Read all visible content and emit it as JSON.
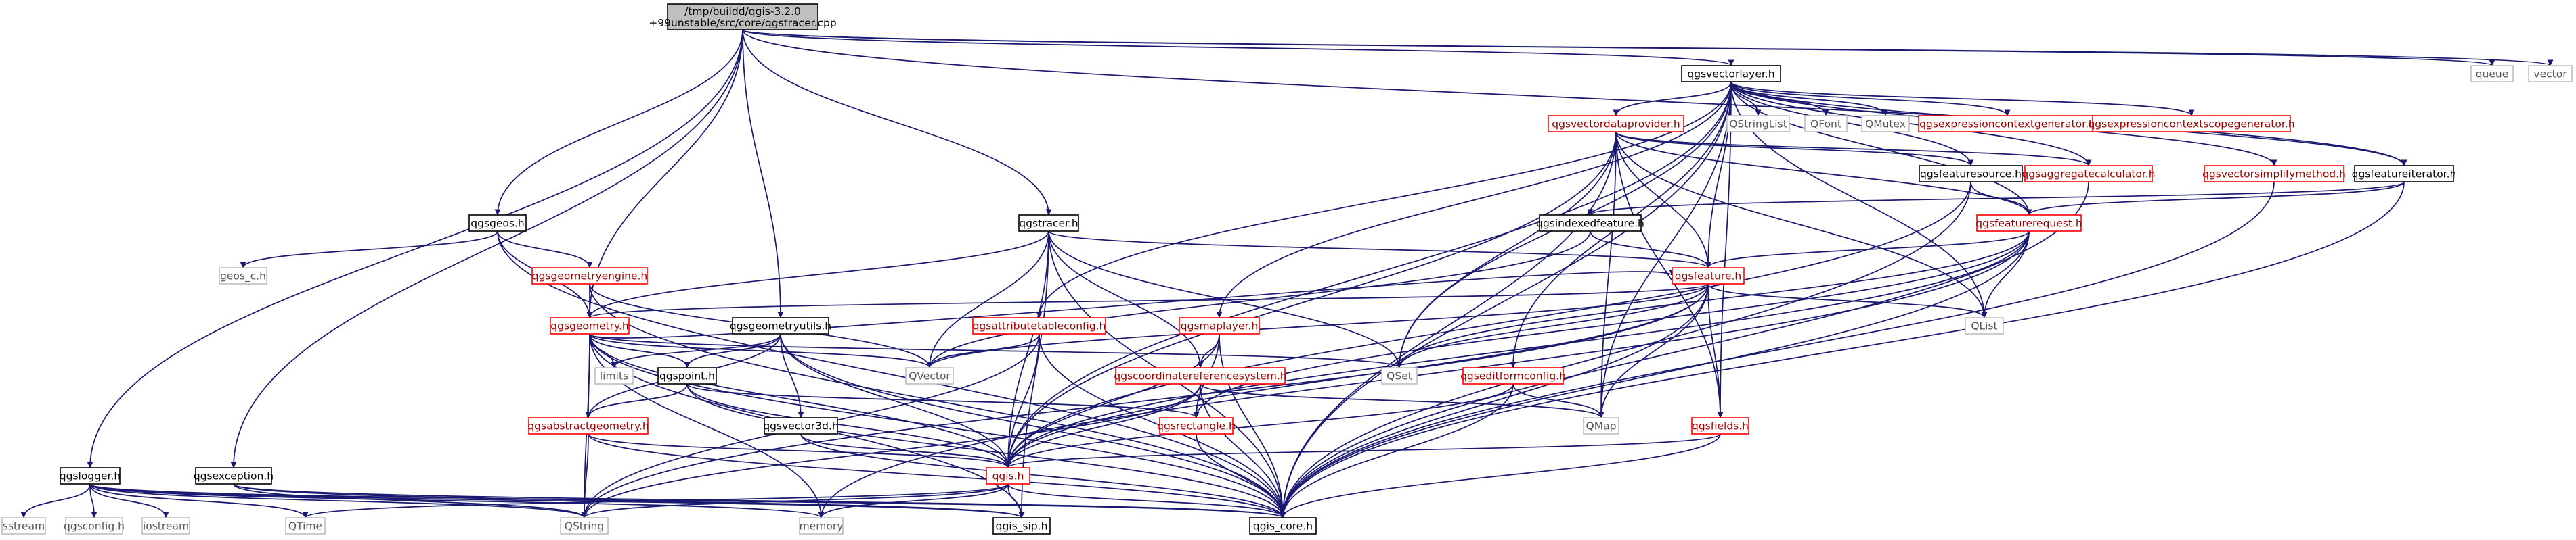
{
  "colors": {
    "edge": "#191970",
    "root_fill": "#bfbfbf",
    "root_text": "#000000",
    "normal_border": "#000000",
    "normal_text": "#000000",
    "red_border": "#ff0000",
    "red_text": "#9a0000",
    "plain_border": "#bfbfbf",
    "plain_text": "#555555"
  },
  "nodes": [
    {
      "id": "root",
      "lines": [
        "/tmp/buildd/qgis-3.2.0",
        "+99unstable/src/core/qgstracer.cpp"
      ],
      "style": "root"
    },
    {
      "id": "qgsvectorlayer",
      "lines": [
        "qgsvectorlayer.h"
      ],
      "style": "normal"
    },
    {
      "id": "queue",
      "lines": [
        "queue"
      ],
      "style": "plain"
    },
    {
      "id": "vector",
      "lines": [
        "vector"
      ],
      "style": "plain"
    },
    {
      "id": "qgsvectordataprovider",
      "lines": [
        "qgsvectordataprovider.h"
      ],
      "style": "red"
    },
    {
      "id": "QStringList",
      "lines": [
        "QStringList"
      ],
      "style": "plain"
    },
    {
      "id": "QFont",
      "lines": [
        "QFont"
      ],
      "style": "plain"
    },
    {
      "id": "QMutex",
      "lines": [
        "QMutex"
      ],
      "style": "plain"
    },
    {
      "id": "qgsexpressioncontextgenerator",
      "lines": [
        "qgsexpressioncontextgenerator.h"
      ],
      "style": "red"
    },
    {
      "id": "qgsexpressioncontextscopegenerator",
      "lines": [
        "qgsexpressioncontextscopegenerator.h"
      ],
      "style": "red"
    },
    {
      "id": "qgsfeaturesource",
      "lines": [
        "qgsfeaturesource.h"
      ],
      "style": "normal"
    },
    {
      "id": "qgsaggregatecalculator",
      "lines": [
        "qgsaggregatecalculator.h"
      ],
      "style": "red"
    },
    {
      "id": "qgsvectorsimplifymethod",
      "lines": [
        "qgsvectorsimplifymethod.h"
      ],
      "style": "red"
    },
    {
      "id": "qgsfeatureiterator",
      "lines": [
        "qgsfeatureiterator.h"
      ],
      "style": "normal"
    },
    {
      "id": "qgsindexedfeature",
      "lines": [
        "qgsindexedfeature.h"
      ],
      "style": "normal"
    },
    {
      "id": "qgsfeaturerequest",
      "lines": [
        "qgsfeaturerequest.h"
      ],
      "style": "red"
    },
    {
      "id": "qgsgeos",
      "lines": [
        "qgsgeos.h"
      ],
      "style": "normal"
    },
    {
      "id": "qgstracer",
      "lines": [
        "qgstracer.h"
      ],
      "style": "normal"
    },
    {
      "id": "geos_c",
      "lines": [
        "geos_c.h"
      ],
      "style": "plain"
    },
    {
      "id": "qgsgeometryengine",
      "lines": [
        "qgsgeometryengine.h"
      ],
      "style": "red"
    },
    {
      "id": "qgsfeature",
      "lines": [
        "qgsfeature.h"
      ],
      "style": "red"
    },
    {
      "id": "QList",
      "lines": [
        "QList"
      ],
      "style": "plain"
    },
    {
      "id": "qgsgeometry",
      "lines": [
        "qgsgeometry.h"
      ],
      "style": "red"
    },
    {
      "id": "qgsgeometryutils",
      "lines": [
        "qgsgeometryutils.h"
      ],
      "style": "normal"
    },
    {
      "id": "qgsattributetableconfig",
      "lines": [
        "qgsattributetableconfig.h"
      ],
      "style": "red"
    },
    {
      "id": "qgsmaplayer",
      "lines": [
        "qgsmaplayer.h"
      ],
      "style": "red"
    },
    {
      "id": "QVector",
      "lines": [
        "QVector"
      ],
      "style": "plain"
    },
    {
      "id": "QSet",
      "lines": [
        "QSet"
      ],
      "style": "plain"
    },
    {
      "id": "limits",
      "lines": [
        "limits"
      ],
      "style": "plain"
    },
    {
      "id": "qgspoint",
      "lines": [
        "qgspoint.h"
      ],
      "style": "normal"
    },
    {
      "id": "qgscoordinatereferencesystem",
      "lines": [
        "qgscoordinatereferencesystem.h"
      ],
      "style": "red"
    },
    {
      "id": "qgseditformconfig",
      "lines": [
        "qgseditformconfig.h"
      ],
      "style": "red"
    },
    {
      "id": "QMap",
      "lines": [
        "QMap"
      ],
      "style": "plain"
    },
    {
      "id": "qgsabstractgeometry",
      "lines": [
        "qgsabstractgeometry.h"
      ],
      "style": "red"
    },
    {
      "id": "qgsvector3d",
      "lines": [
        "qgsvector3d.h"
      ],
      "style": "normal"
    },
    {
      "id": "qgsrectangle",
      "lines": [
        "qgsrectangle.h"
      ],
      "style": "red"
    },
    {
      "id": "qgsfields",
      "lines": [
        "qgsfields.h"
      ],
      "style": "red"
    },
    {
      "id": "qgslogger",
      "lines": [
        "qgslogger.h"
      ],
      "style": "normal"
    },
    {
      "id": "qgsexception",
      "lines": [
        "qgsexception.h"
      ],
      "style": "normal"
    },
    {
      "id": "qgis",
      "lines": [
        "qgis.h"
      ],
      "style": "red"
    },
    {
      "id": "sstream",
      "lines": [
        "sstream"
      ],
      "style": "plain"
    },
    {
      "id": "qgsconfig",
      "lines": [
        "qgsconfig.h"
      ],
      "style": "plain"
    },
    {
      "id": "iostream",
      "lines": [
        "iostream"
      ],
      "style": "plain"
    },
    {
      "id": "QTime",
      "lines": [
        "QTime"
      ],
      "style": "plain"
    },
    {
      "id": "QString",
      "lines": [
        "QString"
      ],
      "style": "plain"
    },
    {
      "id": "memory",
      "lines": [
        "memory"
      ],
      "style": "plain"
    },
    {
      "id": "qgis_sip",
      "lines": [
        "qgis_sip.h"
      ],
      "style": "normal"
    },
    {
      "id": "qgis_core",
      "lines": [
        "qgis_core.h"
      ],
      "style": "normal"
    }
  ],
  "edges": [
    [
      "root",
      "qgsvectorlayer"
    ],
    [
      "root",
      "queue"
    ],
    [
      "root",
      "vector"
    ],
    [
      "root",
      "qgsfeatureiterator"
    ],
    [
      "root",
      "qgsgeos"
    ],
    [
      "root",
      "qgsgeometry"
    ],
    [
      "root",
      "qgsgeometryutils"
    ],
    [
      "root",
      "qgstracer"
    ],
    [
      "root",
      "qgslogger"
    ],
    [
      "root",
      "qgsexception"
    ],
    [
      "qgsvectorlayer",
      "qgsvectordataprovider"
    ],
    [
      "qgsvectorlayer",
      "QStringList"
    ],
    [
      "qgsvectorlayer",
      "QFont"
    ],
    [
      "qgsvectorlayer",
      "QMutex"
    ],
    [
      "qgsvectorlayer",
      "qgsexpressioncontextgenerator"
    ],
    [
      "qgsvectorlayer",
      "qgsexpressioncontextscopegenerator"
    ],
    [
      "qgsvectorlayer",
      "qgsfeaturesource"
    ],
    [
      "qgsvectorlayer",
      "qgsaggregatecalculator"
    ],
    [
      "qgsvectorlayer",
      "qgsvectorsimplifymethod"
    ],
    [
      "qgsvectorlayer",
      "qgsfeatureiterator"
    ],
    [
      "qgsvectorlayer",
      "qgsfeaturerequest"
    ],
    [
      "qgsvectorlayer",
      "qgsfeature"
    ],
    [
      "qgsvectorlayer",
      "QList"
    ],
    [
      "qgsvectorlayer",
      "QSet"
    ],
    [
      "qgsvectorlayer",
      "qgsattributetableconfig"
    ],
    [
      "qgsvectorlayer",
      "qgsmaplayer"
    ],
    [
      "qgsvectorlayer",
      "qgseditformconfig"
    ],
    [
      "qgsvectorlayer",
      "QMap"
    ],
    [
      "qgsvectorlayer",
      "qgsfields"
    ],
    [
      "qgsvectorlayer",
      "qgis"
    ],
    [
      "qgsvectorlayer",
      "qgis_core"
    ],
    [
      "qgsvectordataprovider",
      "qgsfeaturesource"
    ],
    [
      "qgsvectordataprovider",
      "qgsaggregatecalculator"
    ],
    [
      "qgsvectordataprovider",
      "qgsfeaturerequest"
    ],
    [
      "qgsvectordataprovider",
      "qgsfeature"
    ],
    [
      "qgsvectordataprovider",
      "QList"
    ],
    [
      "qgsvectordataprovider",
      "QSet"
    ],
    [
      "qgsvectordataprovider",
      "QMap"
    ],
    [
      "qgsvectordataprovider",
      "qgsfields"
    ],
    [
      "qgsvectordataprovider",
      "qgis"
    ],
    [
      "qgsvectordataprovider",
      "qgis_core"
    ],
    [
      "qgsfeaturesource",
      "qgsfeaturerequest"
    ],
    [
      "qgsfeaturesource",
      "qgis"
    ],
    [
      "qgsfeaturesource",
      "qgis_core"
    ],
    [
      "qgsaggregatecalculator",
      "qgis_core"
    ],
    [
      "qgsvectorsimplifymethod",
      "qgis_core"
    ],
    [
      "qgsfeatureiterator",
      "qgsfeaturerequest"
    ],
    [
      "qgsfeatureiterator",
      "qgsindexedfeature"
    ],
    [
      "qgsfeatureiterator",
      "qgis_core"
    ],
    [
      "qgsindexedfeature",
      "qgsfeature"
    ],
    [
      "qgsindexedfeature",
      "QVector"
    ],
    [
      "qgsfeaturerequest",
      "qgsfeature"
    ],
    [
      "qgsfeaturerequest",
      "QList"
    ],
    [
      "qgsfeaturerequest",
      "qgsrectangle"
    ],
    [
      "qgsfeaturerequest",
      "QSet"
    ],
    [
      "qgsfeaturerequest",
      "qgis"
    ],
    [
      "qgsfeaturerequest",
      "qgis_core"
    ],
    [
      "qgsfeaturerequest",
      "memory"
    ],
    [
      "qgsgeos",
      "geos_c"
    ],
    [
      "qgsgeos",
      "qgsgeometryengine"
    ],
    [
      "qgsgeos",
      "qgsgeometry"
    ],
    [
      "qgsgeos",
      "qgis_core"
    ],
    [
      "qgstracer",
      "qgsfeature"
    ],
    [
      "qgstracer",
      "qgsgeometry"
    ],
    [
      "qgstracer",
      "qgscoordinatereferencesystem"
    ],
    [
      "qgstracer",
      "QVector"
    ],
    [
      "qgstracer",
      "QSet"
    ],
    [
      "qgstracer",
      "qgis"
    ],
    [
      "qgstracer",
      "qgis_core"
    ],
    [
      "qgstracer",
      "qgis_sip"
    ],
    [
      "qgsgeometryengine",
      "qgsgeometry"
    ],
    [
      "qgsgeometryengine",
      "QVector"
    ],
    [
      "qgsgeometryengine",
      "qgis_core"
    ],
    [
      "qgsfeature",
      "qgsgeometry"
    ],
    [
      "qgsfeature",
      "QList"
    ],
    [
      "qgsfeature",
      "QVector"
    ],
    [
      "qgsfeature",
      "QSet"
    ],
    [
      "qgsfeature",
      "QMap"
    ],
    [
      "qgsfeature",
      "qgsfields"
    ],
    [
      "qgsfeature",
      "qgis"
    ],
    [
      "qgsfeature",
      "qgis_core"
    ],
    [
      "qgsfeature",
      "QString"
    ],
    [
      "qgsgeometry",
      "qgsfeature"
    ],
    [
      "qgsgeometry",
      "limits"
    ],
    [
      "qgsgeometry",
      "qgspoint"
    ],
    [
      "qgsgeometry",
      "qgsabstractgeometry"
    ],
    [
      "qgsgeometry",
      "QVector"
    ],
    [
      "qgsgeometry",
      "QSet"
    ],
    [
      "qgsgeometry",
      "qgis"
    ],
    [
      "qgsgeometry",
      "qgis_core"
    ],
    [
      "qgsgeometry",
      "QString"
    ],
    [
      "qgsgeometry",
      "memory"
    ],
    [
      "qgsgeometry",
      "qgis_sip"
    ],
    [
      "qgsgeometryutils",
      "limits"
    ],
    [
      "qgsgeometryutils",
      "qgspoint"
    ],
    [
      "qgsgeometryutils",
      "qgsabstractgeometry"
    ],
    [
      "qgsgeometryutils",
      "qgsvector3d"
    ],
    [
      "qgsgeometryutils",
      "qgis"
    ],
    [
      "qgsgeometryutils",
      "qgis_core"
    ],
    [
      "qgsattributetableconfig",
      "QVector"
    ],
    [
      "qgsattributetableconfig",
      "qgis"
    ],
    [
      "qgsattributetableconfig",
      "qgis_core"
    ],
    [
      "qgsattributetableconfig",
      "QString"
    ],
    [
      "qgsmaplayer",
      "qgscoordinatereferencesystem"
    ],
    [
      "qgsmaplayer",
      "qgsrectangle"
    ],
    [
      "qgsmaplayer",
      "qgis"
    ],
    [
      "qgsmaplayer",
      "qgis_core"
    ],
    [
      "qgspoint",
      "qgsabstractgeometry"
    ],
    [
      "qgspoint",
      "qgsrectangle"
    ],
    [
      "qgspoint",
      "qgis"
    ],
    [
      "qgspoint",
      "qgis_core"
    ],
    [
      "qgscoordinatereferencesystem",
      "qgsrectangle"
    ],
    [
      "qgscoordinatereferencesystem",
      "QMap"
    ],
    [
      "qgscoordinatereferencesystem",
      "qgis"
    ],
    [
      "qgscoordinatereferencesystem",
      "qgis_core"
    ],
    [
      "qgscoordinatereferencesystem",
      "QString"
    ],
    [
      "qgseditformconfig",
      "QMap"
    ],
    [
      "qgseditformconfig",
      "qgis"
    ],
    [
      "qgseditformconfig",
      "qgis_core"
    ],
    [
      "qgsabstractgeometry",
      "qgis"
    ],
    [
      "qgsabstractgeometry",
      "qgis_core"
    ],
    [
      "qgsabstractgeometry",
      "QString"
    ],
    [
      "qgsvector3d",
      "qgis"
    ],
    [
      "qgsvector3d",
      "qgis_core"
    ],
    [
      "qgsrectangle",
      "qgis_core"
    ],
    [
      "qgsfields",
      "qgis"
    ],
    [
      "qgsfields",
      "qgis_core"
    ],
    [
      "qgslogger",
      "sstream"
    ],
    [
      "qgslogger",
      "qgsconfig"
    ],
    [
      "qgslogger",
      "iostream"
    ],
    [
      "qgslogger",
      "QTime"
    ],
    [
      "qgslogger",
      "QString"
    ],
    [
      "qgslogger",
      "memory"
    ],
    [
      "qgslogger",
      "qgis_core"
    ],
    [
      "qgslogger",
      "qgis_sip"
    ],
    [
      "qgsexception",
      "QString"
    ],
    [
      "qgsexception",
      "qgis_core"
    ],
    [
      "qgsexception",
      "qgis_sip"
    ],
    [
      "qgis",
      "QTime"
    ],
    [
      "qgis",
      "QString"
    ],
    [
      "qgis",
      "memory"
    ],
    [
      "qgis",
      "qgis_sip"
    ],
    [
      "qgis",
      "qgis_core"
    ]
  ]
}
